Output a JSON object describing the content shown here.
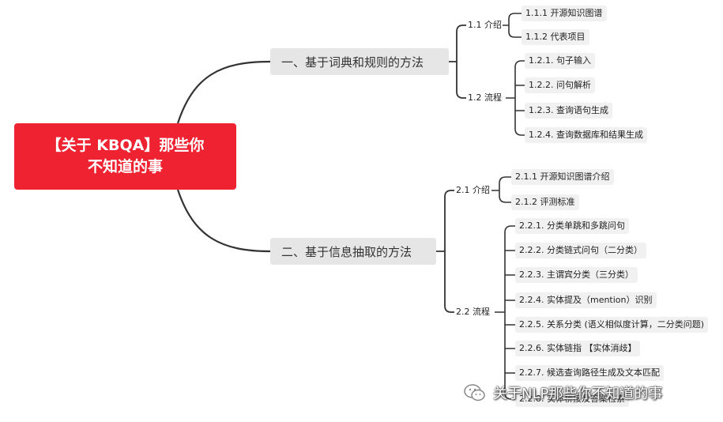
{
  "root": {
    "title_line1": "【关于 KBQA】那些你",
    "title_line2": "不知道的事",
    "color": "#ee2230"
  },
  "branch1": {
    "label": "一、基于词典和规则的方法",
    "intro": {
      "label": "1.1 介绍",
      "items": [
        "1.1.1 开源知识图谱",
        "1.1.2 代表项目"
      ]
    },
    "flow": {
      "label": "1.2 流程",
      "items": [
        "1.2.1. 句子输入",
        "1.2.2. 问句解析",
        "1.2.3. 查询语句生成",
        "1.2.4. 查询数据库和结果生成"
      ]
    }
  },
  "branch2": {
    "label": "二、基于信息抽取的方法",
    "intro": {
      "label": "2.1 介绍",
      "items": [
        "2.1.1 开源知识图谱介绍",
        "2.1.2 评测标准"
      ]
    },
    "flow": {
      "label": "2.2 流程",
      "items": [
        "2.2.1. 分类单跳和多跳问句",
        "2.2.2. 分类链式问句（二分类）",
        "2.2.3. 主谓宾分类（三分类）",
        "2.2.4. 实体提及（mention）识别",
        "2.2.5. 关系分类 (语义相似度计算，二分类问题)",
        "2.2.6. 实体链指 【实体消歧】",
        "2.2.7. 候选查询路径生成及文本匹配",
        "2.2.8. 实体桥接及答案检索"
      ]
    }
  },
  "watermark": {
    "text": "关于NLP那些你不知道的事",
    "icon": "wechat-icon"
  }
}
